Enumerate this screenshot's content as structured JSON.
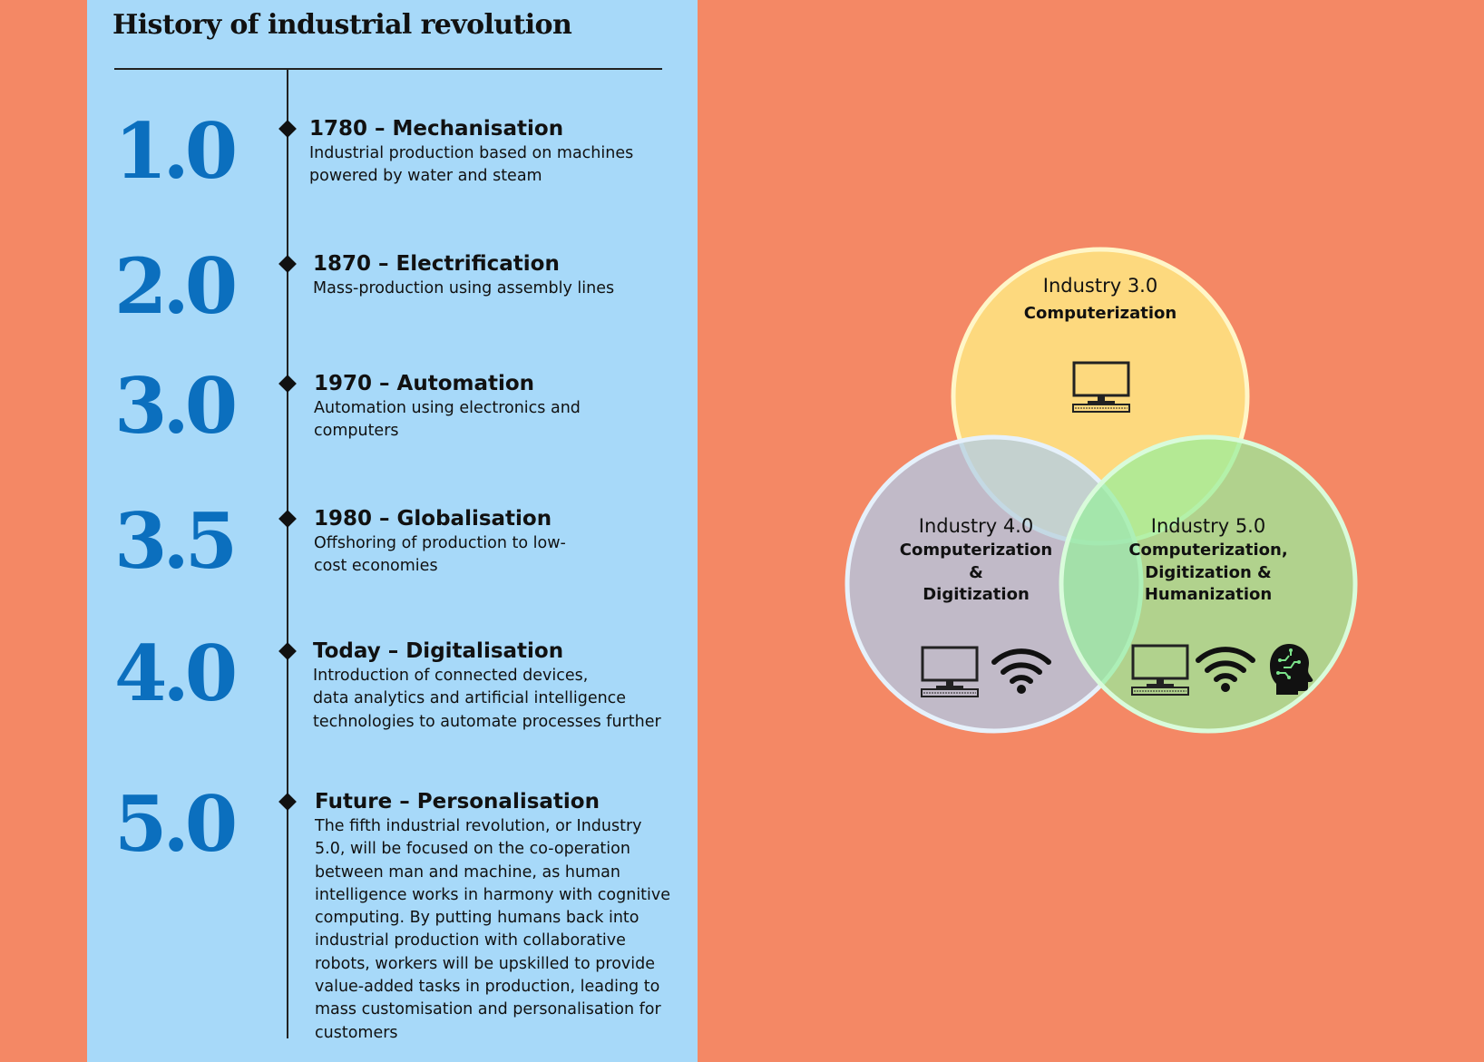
{
  "timeline": {
    "title": "History of industrial revolution",
    "eras": [
      {
        "number": "1.0",
        "heading": "1780 – Mechanisation",
        "lines": [
          "Industrial production based on machines",
          "powered by water and steam"
        ]
      },
      {
        "number": "2.0",
        "heading": "1870 – Electrification",
        "lines": [
          "Mass-production using assembly lines"
        ]
      },
      {
        "number": "3.0",
        "heading": "1970 – Automation",
        "lines": [
          "Automation using electronics and",
          "computers"
        ]
      },
      {
        "number": "3.5",
        "heading": "1980 – Globalisation",
        "lines": [
          "Offshoring of production to low-",
          "cost economies"
        ]
      },
      {
        "number": "4.0",
        "heading": "Today – Digitalisation",
        "lines": [
          "Introduction of connected devices,",
          "data analytics and artificial intelligence",
          "technologies to automate processes further"
        ]
      },
      {
        "number": "5.0",
        "heading": "Future – Personalisation",
        "lines": [
          "The fifth industrial revolution, or Industry",
          "5.0, will be focused on the co-operation",
          "between man and machine, as human",
          "intelligence works in harmony with cognitive",
          "computing. By putting humans back into",
          "industrial production with collaborative",
          "robots, workers will be upskilled to provide",
          "value-added tasks in production, leading to",
          "mass customisation and personalisation for",
          "customers"
        ]
      }
    ]
  },
  "venn": {
    "circles": [
      {
        "title": "Industry 3.0",
        "subtitle_lines": [
          "Computerization"
        ],
        "icons": [
          "computer-icon"
        ],
        "color": "#FDDF80"
      },
      {
        "title": "Industry 4.0",
        "subtitle_lines": [
          "Computerization",
          "&",
          "Digitization"
        ],
        "icons": [
          "computer-icon",
          "wifi-icon"
        ],
        "color": "#ADCDEE"
      },
      {
        "title": "Industry 5.0",
        "subtitle_lines": [
          "Computerization,",
          "Digitization &",
          "Humanization"
        ],
        "icons": [
          "computer-icon",
          "wifi-icon",
          "brain-head-icon"
        ],
        "color": "#97EF9D"
      }
    ]
  },
  "colors": {
    "background": "#F48865",
    "panel": "#A7D9F9",
    "era_number": "#0B6FBE"
  }
}
